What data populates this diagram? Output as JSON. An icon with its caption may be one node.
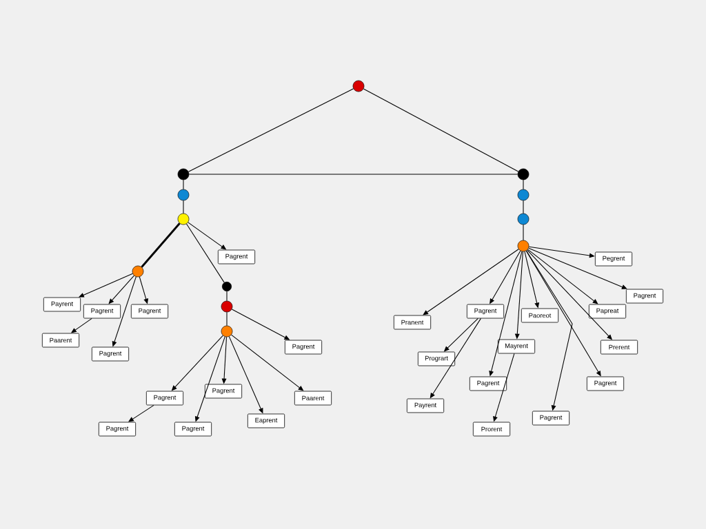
{
  "diagram": {
    "nodes": [
      {
        "text": [],
        "shape": "circle"
      },
      {
        "text": [],
        "shape": "circle"
      },
      {
        "text": [],
        "shape": "circle"
      },
      {
        "text": [],
        "shape": "circle"
      },
      {
        "text": [],
        "shape": "circle"
      },
      {
        "text": [],
        "shape": "circle"
      },
      {
        "text": [],
        "shape": "circle"
      },
      {
        "text": [
          "Pagrent"
        ]
      },
      {
        "text": [],
        "shape": "circle"
      },
      {
        "text": [
          "Pegrent"
        ]
      },
      {
        "text": [],
        "shape": "circle"
      },
      {
        "text": [],
        "shape": "circle"
      },
      {
        "text": [
          "Pagrent"
        ]
      },
      {
        "text": [
          "Payrent"
        ]
      },
      {
        "text": [
          "Pagrent"
        ]
      },
      {
        "text": [
          "Pagrent"
        ]
      },
      {
        "text": [],
        "shape": "circle"
      },
      {
        "text": [
          "Pagrent"
        ]
      },
      {
        "text": [
          "Paoreot"
        ]
      },
      {
        "text": [
          "Papreat"
        ]
      },
      {
        "text": [
          "Pranent"
        ]
      },
      {
        "text": [],
        "shape": "circle"
      },
      {
        "text": [
          "Paarent"
        ]
      },
      {
        "text": [
          "Mayrent"
        ]
      },
      {
        "text": [
          "Pagrent"
        ]
      },
      {
        "text": [
          "Prerent"
        ]
      },
      {
        "text": [
          "Pagrent"
        ]
      },
      {
        "text": [
          "Progrart"
        ]
      },
      {
        "text": [
          "Pagrent"
        ]
      },
      {
        "text": [
          "Pagrent"
        ]
      },
      {
        "text": [
          "Pagrent"
        ]
      },
      {
        "text": [
          "Pagrent"
        ]
      },
      {
        "text": [
          "Paarent"
        ]
      },
      {
        "text": [
          "Payrent"
        ]
      },
      {
        "text": [
          "Pagrent"
        ]
      },
      {
        "text": [
          "Eaprent"
        ]
      },
      {
        "text": [
          "Pagrent"
        ]
      },
      {
        "text": [
          "Pagrent"
        ]
      },
      {
        "text": [
          "Prorent"
        ]
      }
    ],
    "edges": [
      {
        "from": 0,
        "to": 1,
        "arrow": "none"
      },
      {
        "from": 0,
        "to": 2,
        "arrow": "none"
      },
      {
        "from": 1,
        "to": 2,
        "arrow": "none"
      },
      {
        "from": 1,
        "to": 3,
        "arrow": "none"
      },
      {
        "from": 3,
        "to": 5,
        "arrow": "none"
      },
      {
        "from": 2,
        "to": 4,
        "arrow": "none"
      },
      {
        "from": 4,
        "to": 6,
        "arrow": "none"
      },
      {
        "from": 6,
        "to": 8,
        "arrow": "none"
      },
      {
        "from": 5,
        "to": 10,
        "arrow": "none",
        "style": "thick"
      },
      {
        "from": 5,
        "to": 7,
        "arrow": "to"
      },
      {
        "from": 5,
        "to": 11,
        "arrow": "none"
      },
      {
        "from": 11,
        "to": 16,
        "arrow": "none"
      },
      {
        "from": 16,
        "to": 21,
        "arrow": "none"
      },
      {
        "from": 16,
        "to": 24,
        "arrow": "to"
      },
      {
        "from": 10,
        "to": 13,
        "arrow": "to"
      },
      {
        "from": 10,
        "to": 14,
        "arrow": "to"
      },
      {
        "from": 10,
        "to": 15,
        "arrow": "to"
      },
      {
        "from": 10,
        "to": 26,
        "arrow": "to"
      },
      {
        "from": 14,
        "to": 22,
        "arrow": "to"
      },
      {
        "from": 21,
        "to": 31,
        "arrow": "to"
      },
      {
        "from": 21,
        "to": 30,
        "arrow": "to"
      },
      {
        "from": 21,
        "to": 35,
        "arrow": "to"
      },
      {
        "from": 21,
        "to": 32,
        "arrow": "to"
      },
      {
        "from": 21,
        "to": 37,
        "arrow": "to"
      },
      {
        "from": 31,
        "to": 36,
        "arrow": "to"
      },
      {
        "from": 8,
        "to": 9,
        "arrow": "to"
      },
      {
        "from": 8,
        "to": 20,
        "arrow": "to"
      },
      {
        "from": 8,
        "to": 17,
        "arrow": "to"
      },
      {
        "from": 8,
        "to": 23,
        "arrow": "to"
      },
      {
        "from": 8,
        "to": 18,
        "arrow": "to"
      },
      {
        "from": 8,
        "to": 19,
        "arrow": "to"
      },
      {
        "from": 8,
        "to": 12,
        "arrow": "to"
      },
      {
        "from": 8,
        "to": 25,
        "arrow": "to"
      },
      {
        "from": 8,
        "to": 29,
        "arrow": "to"
      },
      {
        "from": 8,
        "to": 34,
        "arrow": "to"
      },
      {
        "from": 8,
        "to": 28,
        "arrow": "to"
      },
      {
        "from": 17,
        "to": 27,
        "arrow": "to"
      },
      {
        "from": 17,
        "to": 33,
        "arrow": "to"
      },
      {
        "from": 23,
        "to": 38,
        "arrow": "to"
      }
    ]
  }
}
